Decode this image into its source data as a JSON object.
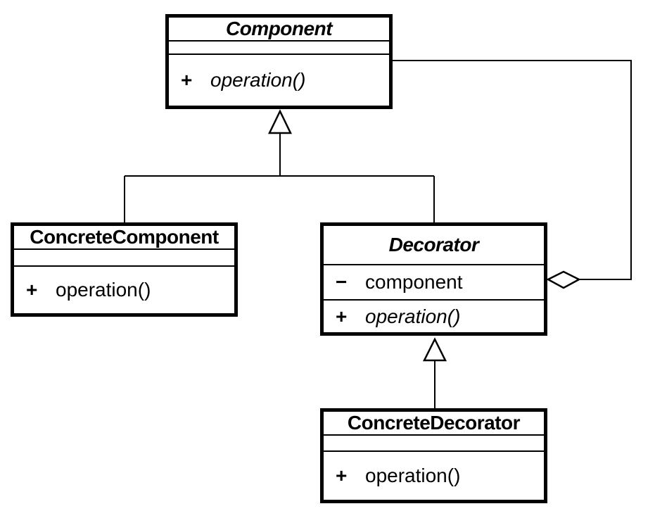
{
  "diagram": {
    "kind": "UML class diagram",
    "pattern": "Decorator",
    "colors": {
      "stroke": "#000000",
      "fill": "#ffffff"
    },
    "classes": [
      {
        "name": "Component",
        "abstract": true,
        "attributes": [],
        "operations": [
          {
            "visibility": "+",
            "name": "operation()",
            "abstract": true
          }
        ]
      },
      {
        "name": "ConcreteComponent",
        "abstract": false,
        "attributes": [],
        "operations": [
          {
            "visibility": "+",
            "name": "operation()",
            "abstract": false
          }
        ]
      },
      {
        "name": "Decorator",
        "abstract": true,
        "attributes": [
          {
            "visibility": "−",
            "name": "component"
          }
        ],
        "operations": [
          {
            "visibility": "+",
            "name": "operation()",
            "abstract": true
          }
        ]
      },
      {
        "name": "ConcreteDecorator",
        "abstract": false,
        "attributes": [],
        "operations": [
          {
            "visibility": "+",
            "name": "operation()",
            "abstract": false
          }
        ]
      }
    ],
    "relationships": [
      {
        "type": "generalization",
        "from": "ConcreteComponent",
        "to": "Component"
      },
      {
        "type": "generalization",
        "from": "Decorator",
        "to": "Component"
      },
      {
        "type": "generalization",
        "from": "ConcreteDecorator",
        "to": "Decorator"
      },
      {
        "type": "aggregation",
        "owner": "Decorator",
        "part": "Component"
      }
    ]
  }
}
